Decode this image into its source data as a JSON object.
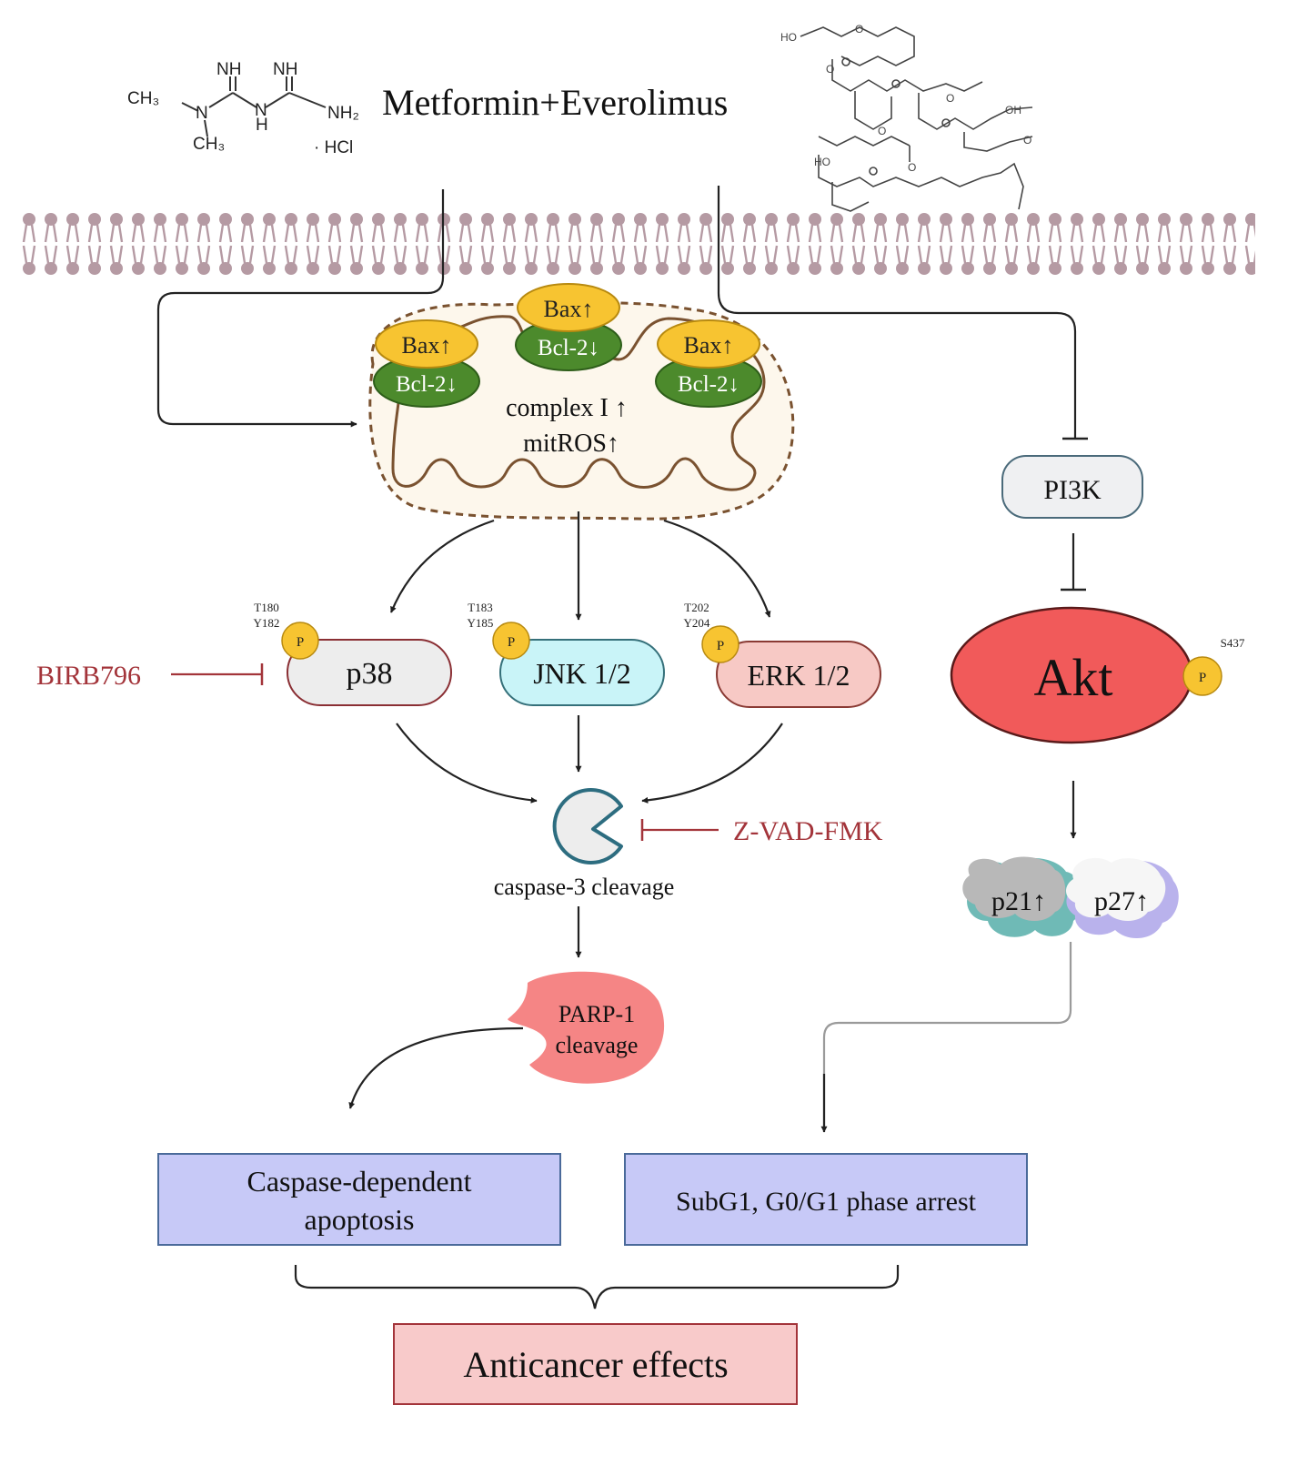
{
  "title": "Metformin+Everolimus",
  "metformin": {
    "labels": [
      "NH",
      "NH",
      "CH₃",
      "N",
      "CH₃",
      "H",
      "N",
      "NH₂",
      "· HCl"
    ]
  },
  "mitochondria": {
    "bax": "Bax↑",
    "bcl2": "Bcl-2↓",
    "line1": "complex I ↑",
    "line2": "mitROS↑"
  },
  "mapk": {
    "p38": {
      "label": "p38",
      "site1": "T180",
      "site2": "Y182"
    },
    "jnk": {
      "label": "JNK 1/2",
      "site1": "T183",
      "site2": "Y185"
    },
    "erk": {
      "label": "ERK 1/2",
      "site1": "T202",
      "site2": "Y204"
    },
    "phospho": "P"
  },
  "inhibitors": {
    "birb": "BIRB796",
    "zvad": "Z-VAD-FMK"
  },
  "caspase": "caspase-3 cleavage",
  "parp": {
    "line1": "PARP-1",
    "line2": "cleavage"
  },
  "pi3k": "PI3K",
  "akt": {
    "label": "Akt",
    "site": "S437"
  },
  "cdki": {
    "p21": "p21↑",
    "p27": "p27↑"
  },
  "outcomes": {
    "apoptosis_line1": "Caspase-dependent",
    "apoptosis_line2": "apoptosis",
    "arrest": "SubG1, G0/G1 phase arrest",
    "final": "Anticancer effects"
  },
  "colors": {
    "bax": "#f7c431",
    "bcl2": "#4c8a2c",
    "akt": "#f15a5a",
    "parp": "#f58585",
    "jnk": "#c9f4f8",
    "erk": "#f7c9c5",
    "p38": "#ededed",
    "outcome_box": "#c7c9f7",
    "final_box": "#f8caca",
    "inhibitor_text": "#a3343a",
    "membrane": "#b59aa3"
  }
}
